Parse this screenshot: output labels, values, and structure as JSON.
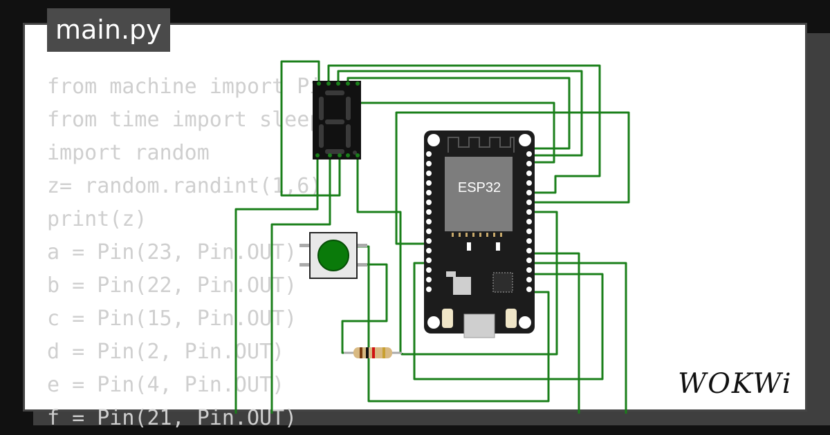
{
  "file_tab": {
    "name": "main.py"
  },
  "code_lines": [
    "from machine import Pin",
    "from time import sleep",
    "import random",
    "z= random.randint(1,6)",
    "print(z)",
    "a = Pin(23, Pin.OUT)",
    "b = Pin(22, Pin.OUT)",
    "c = Pin(15, Pin.OUT)",
    "d = Pin(2, Pin.OUT)",
    "e = Pin(4, Pin.OUT)",
    "f = Pin(21, Pin.OUT)"
  ],
  "board": {
    "chip_label": "ESP32"
  },
  "brand": {
    "logo_text": "WOKWi"
  },
  "colors": {
    "wire": "#1a7f1a",
    "board": "#1c1c1c",
    "chip": "#7d7d7d",
    "button_cap": "#0a7a0a",
    "page_bg": "#111111"
  },
  "icons": [
    "seven-segment-display",
    "esp32-board",
    "push-button",
    "resistor",
    "usb-port"
  ]
}
